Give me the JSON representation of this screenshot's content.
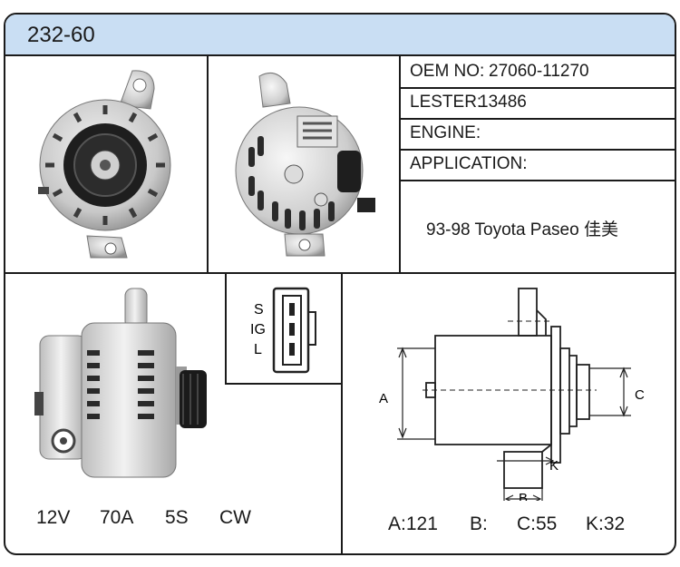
{
  "header": {
    "part_number": "232-60"
  },
  "info": {
    "oem_label": "OEM NO:",
    "oem_value": "27060-11270",
    "lester_label": "LESTER:",
    "lester_value": "13486",
    "engine_label": "ENGINE:",
    "engine_value": "",
    "application_label": "APPLICATION:",
    "application_value": "93-98 Toyota Paseo  佳美"
  },
  "connector": {
    "pins": [
      "S",
      "IG",
      "L"
    ]
  },
  "specs": {
    "voltage": "12V",
    "amperage": "70A",
    "groove": "5S",
    "rotation": "CW"
  },
  "diagram": {
    "label_a": "A",
    "label_b": "B",
    "label_c": "C",
    "label_k": "K"
  },
  "dimensions": {
    "a": "A:121",
    "b": "B:",
    "c": "C:55",
    "k": "K:32"
  }
}
